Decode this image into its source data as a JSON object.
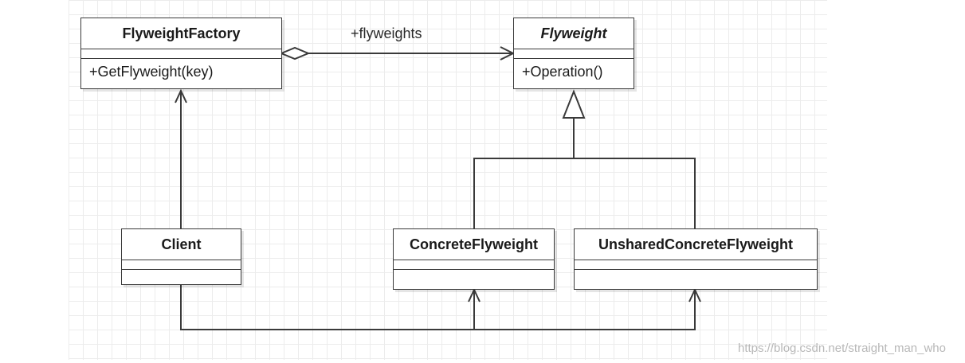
{
  "classes": {
    "flyweight_factory": {
      "name": "FlyweightFactory",
      "operation": "+GetFlyweight(key)"
    },
    "flyweight": {
      "name": "Flyweight",
      "operation": "+Operation()"
    },
    "client": {
      "name": "Client"
    },
    "concrete_flyweight": {
      "name": "ConcreteFlyweight"
    },
    "unshared_concrete_flyweight": {
      "name": "UnsharedConcreteFlyweight"
    }
  },
  "relations": {
    "aggregation_label": "+flyweights"
  },
  "watermark": "https://blog.csdn.net/straight_man_who",
  "colors": {
    "line": "#3a3a3a",
    "grid": "#ececec",
    "watermark": "#b8b8b8"
  }
}
